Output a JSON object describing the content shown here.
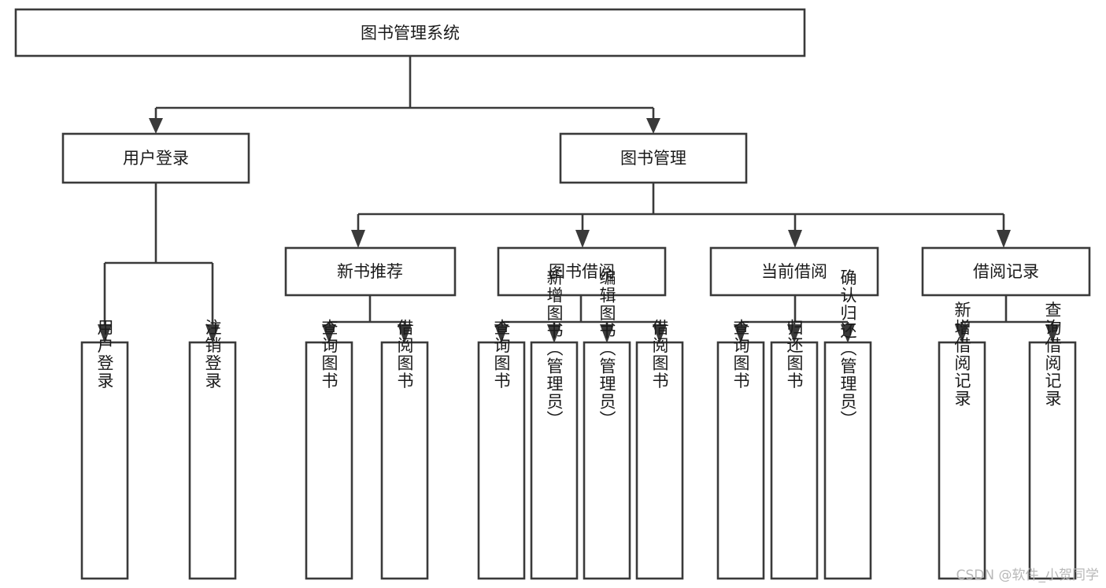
{
  "diagram": {
    "type": "tree-hierarchy",
    "title": "图书管理系统",
    "orientation": "top-down",
    "colors": {
      "background": "#ffffff",
      "box_fill": "#ffffff",
      "box_stroke": "#3a3a3a",
      "connector": "#3a3a3a",
      "text": "#1a1a1a",
      "watermark": "#b8b8b8"
    },
    "root": {
      "label": "图书管理系统",
      "text_direction": "horizontal"
    },
    "level2": [
      {
        "label": "用户登录",
        "text_direction": "horizontal"
      },
      {
        "label": "图书管理",
        "text_direction": "horizontal"
      }
    ],
    "level3": [
      {
        "label": "新书推荐",
        "text_direction": "horizontal"
      },
      {
        "label": "图书借阅",
        "text_direction": "horizontal"
      },
      {
        "label": "当前借阅",
        "text_direction": "horizontal"
      },
      {
        "label": "借阅记录",
        "text_direction": "horizontal"
      }
    ],
    "leaves": {
      "user_login": [
        {
          "label": "用户登录",
          "text_direction": "vertical"
        },
        {
          "label": "注销登录",
          "text_direction": "vertical"
        }
      ],
      "new_book_recommend": [
        {
          "label": "查询图书",
          "text_direction": "vertical"
        },
        {
          "label": "借阅图书",
          "text_direction": "vertical"
        }
      ],
      "book_borrow": [
        {
          "label": "查询图书",
          "text_direction": "vertical"
        },
        {
          "label": "新增图书（管理员）",
          "text_direction": "vertical"
        },
        {
          "label": "编辑图书（管理员）",
          "text_direction": "vertical"
        },
        {
          "label": "借阅图书",
          "text_direction": "vertical"
        }
      ],
      "current_borrow": [
        {
          "label": "查询图书",
          "text_direction": "vertical"
        },
        {
          "label": "归还图书",
          "text_direction": "vertical"
        },
        {
          "label": "确认归还（管理员）",
          "text_direction": "vertical"
        }
      ],
      "borrow_record": [
        {
          "label": "新增借阅记录",
          "text_direction": "vertical"
        },
        {
          "label": "查询借阅记录",
          "text_direction": "vertical"
        }
      ]
    },
    "watermark": "CSDN @软件_小贺同学"
  }
}
